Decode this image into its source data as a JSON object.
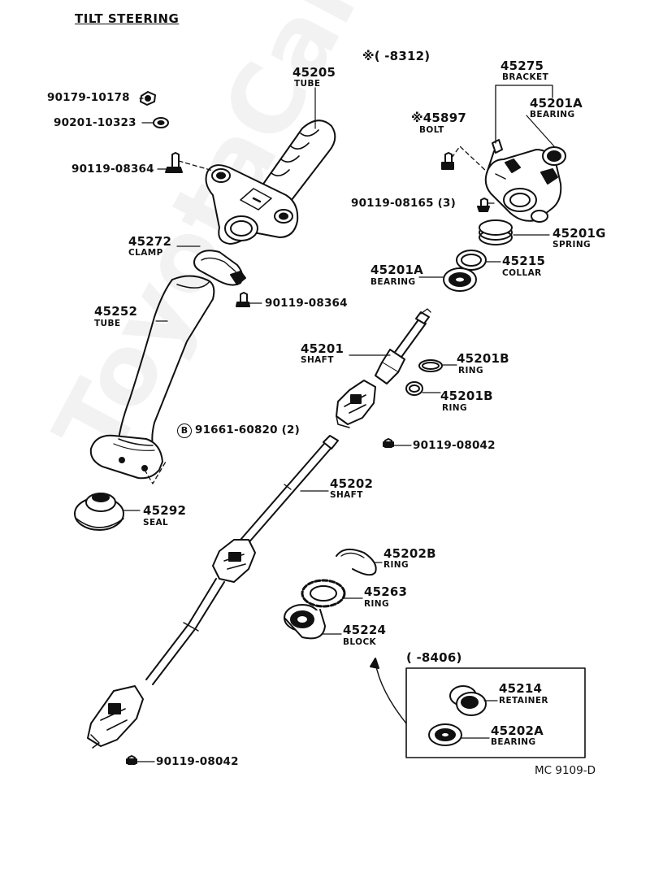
{
  "title": "TILT STEERING",
  "watermark": "ToyotaCarMinds.ru",
  "revision_note": "※(      -8312)",
  "inset_note": "(      -8406)",
  "figure_code": "MC 9109-D",
  "parts": {
    "p90179": {
      "number": "90179-10178"
    },
    "p90201": {
      "number": "90201-10323"
    },
    "p90119_08364_top": {
      "number": "90119-08364"
    },
    "p45205": {
      "number": "45205",
      "name": "TUBE"
    },
    "p45272": {
      "number": "45272",
      "name": "CLAMP"
    },
    "p90119_08364_mid": {
      "number": "90119-08364"
    },
    "p45252": {
      "number": "45252",
      "name": "TUBE"
    },
    "p91661": {
      "number": "91661-60820 (2)",
      "mark": "B"
    },
    "p45292": {
      "number": "45292",
      "name": "SEAL"
    },
    "p45275": {
      "number": "45275",
      "name": "BRACKET"
    },
    "p45201A_top": {
      "number": "45201A",
      "name": "BEARING"
    },
    "p45897": {
      "number": "※45897",
      "name": "BOLT"
    },
    "p90119_08165": {
      "number": "90119-08165 (3)"
    },
    "p45201G": {
      "number": "45201G",
      "name": "SPRING"
    },
    "p45215": {
      "number": "45215",
      "name": "COLLAR"
    },
    "p45201A_mid": {
      "number": "45201A",
      "name": "BEARING"
    },
    "p45201": {
      "number": "45201",
      "name": "SHAFT"
    },
    "p45201B_1": {
      "number": "45201B",
      "name": "RING"
    },
    "p45201B_2": {
      "number": "45201B",
      "name": "RING"
    },
    "p90119_08042_mid": {
      "number": "90119-08042"
    },
    "p45202": {
      "number": "45202",
      "name": "SHAFT"
    },
    "p45202B": {
      "number": "45202B",
      "name": "RING"
    },
    "p45263": {
      "number": "45263",
      "name": "RING"
    },
    "p45224": {
      "number": "45224",
      "name": "BLOCK"
    },
    "p45214": {
      "number": "45214",
      "name": "RETAINER"
    },
    "p45202A": {
      "number": "45202A",
      "name": "BEARING"
    },
    "p90119_08042_bot": {
      "number": "90119-08042"
    }
  }
}
